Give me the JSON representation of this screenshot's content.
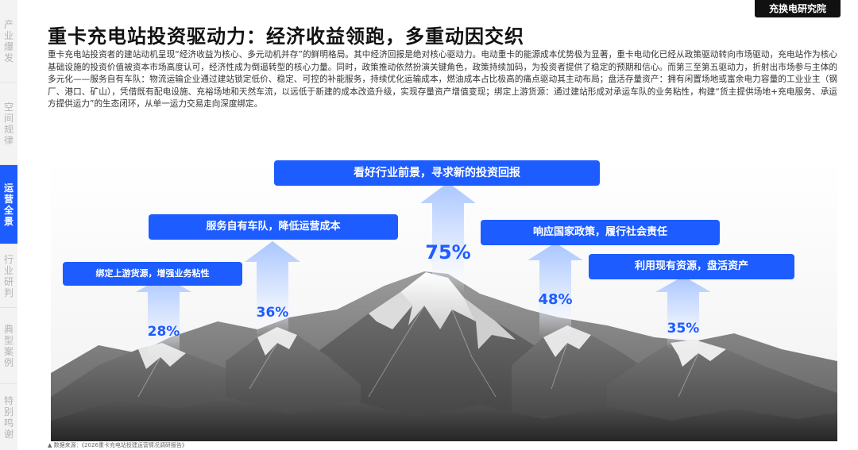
{
  "sidenav": {
    "items": [
      {
        "chars": [
          "产",
          "业",
          "爆",
          "发"
        ],
        "active": false
      },
      {
        "chars": [
          "空",
          "间",
          "规",
          "律"
        ],
        "active": false
      },
      {
        "chars": [
          "运",
          "营",
          "全",
          "景"
        ],
        "active": true
      },
      {
        "chars": [
          "行",
          "业",
          "研",
          "判"
        ],
        "active": false
      },
      {
        "chars": [
          "典",
          "型",
          "案",
          "例"
        ],
        "active": false
      },
      {
        "chars": [
          "特",
          "别",
          "鸣",
          "谢"
        ],
        "active": false
      }
    ]
  },
  "brand": "充换电研究院",
  "title": "重卡充电站投资驱动力：经济收益领跑，多重动因交织",
  "body": "重卡充电站投资者的建站动机呈现“经济收益为核心、多元动机并存”的鲜明格局。其中经济回报是绝对核心驱动力。电动重卡的能源成本优势极为显著，重卡电动化已经从政策驱动转向市场驱动，充电站作为核心基础设施的投资价值被资本市场高度认可，经济性成为倒逼转型的核心力量。同时，政策推动依然扮演关键角色，政策持续加码，为投资者提供了稳定的预期和信心。而第三至第五驱动力，折射出市场参与主体的多元化——服务自有车队：物流运输企业通过建站锁定低价、稳定、可控的补能服务，持续优化运输成本，燃油成本占比极高的痛点驱动其主动布局；盘活存量资产：拥有闲置场地或富余电力容量的工业业主（钢厂、港口、矿山），凭借既有配电设施、充裕场地和天然车流，以远低于新建的成本改造升级，实现存量资产增值变现；绑定上游货源：通过建站形成对承运车队的业务粘性，构建“货主提供场地+充电服务、承运方提供运力”的生态闭环，从单一运力交易走向深度绑定。",
  "drivers": [
    {
      "label": "看好行业前景，寻求新的投资回报",
      "percent": "75%",
      "value": 75
    },
    {
      "label": "响应国家政策，履行社会责任",
      "percent": "48%",
      "value": 48
    },
    {
      "label": "服务自有车队，降低运营成本",
      "percent": "36%",
      "value": 36
    },
    {
      "label": "利用现有资源，盘活资产",
      "percent": "35%",
      "value": 35
    },
    {
      "label": "绑定上游货源，增强业务粘性",
      "percent": "28%",
      "value": 28
    }
  ],
  "footnote": "▲ 数据来源：《2026重卡充电站投建运营情况调研报告》",
  "colors": {
    "accent": "#1d5cff",
    "dark": "#111111"
  }
}
